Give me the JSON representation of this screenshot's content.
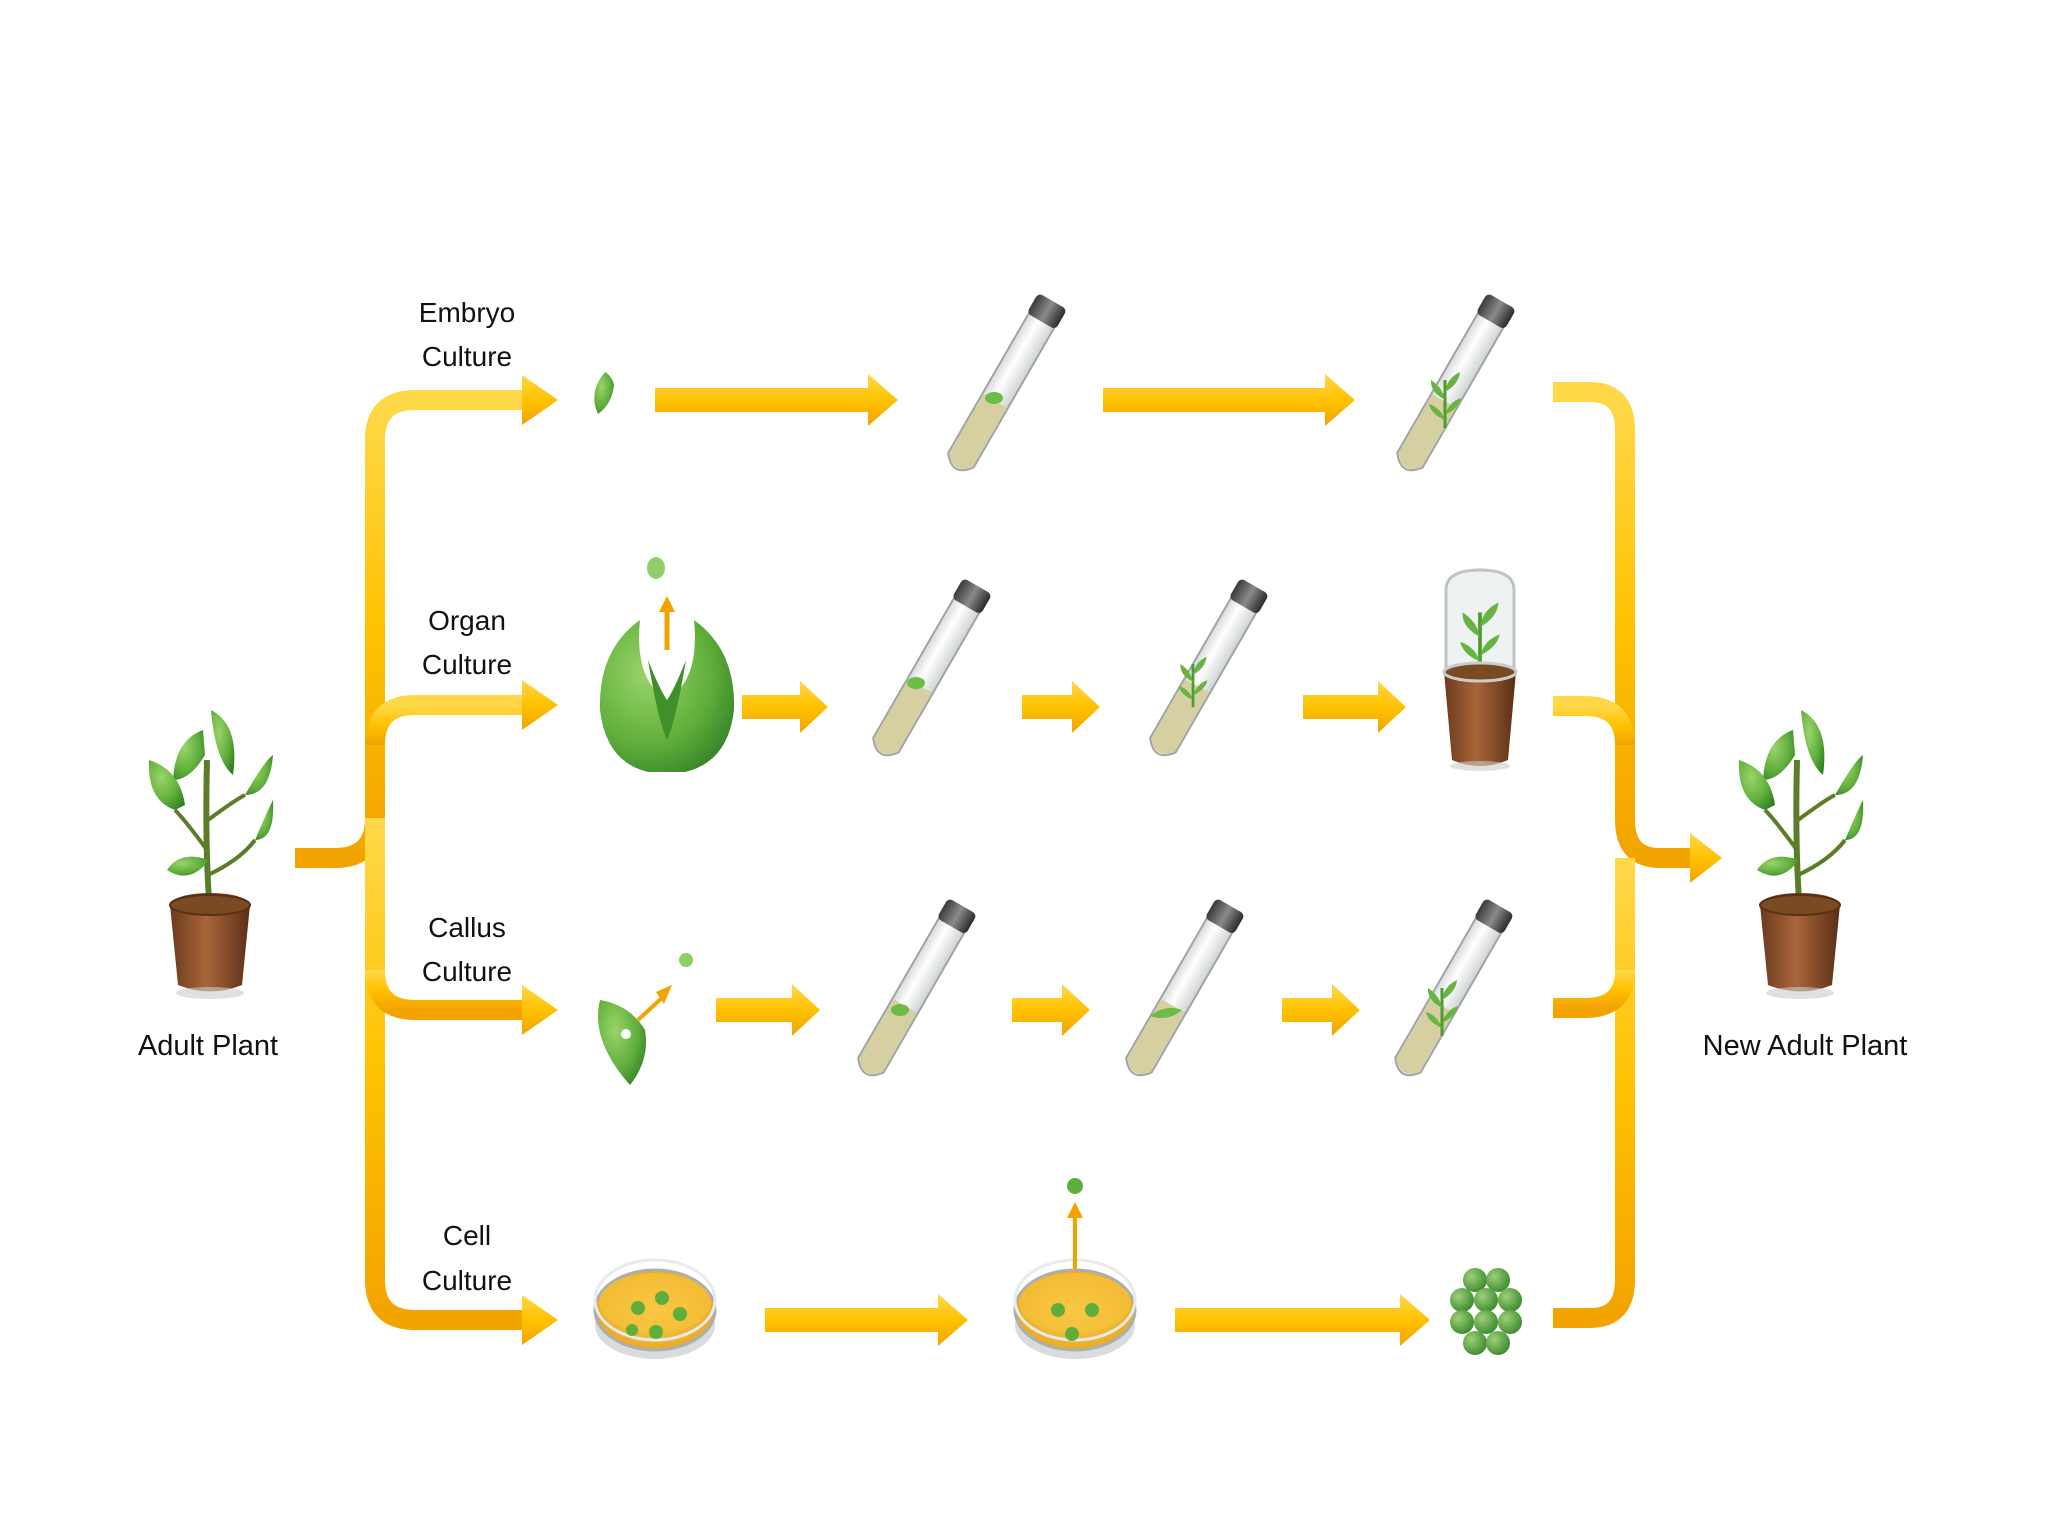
{
  "colors": {
    "arrow": "#ffc200",
    "arrow_edge": "#f2a300",
    "leaf": "#5fae3b",
    "leaf_dark": "#2f7d24",
    "pot": "#8a4f2a",
    "medium": "#d9d2a6",
    "dish_medium": "#f0b52a"
  },
  "labels": {
    "adult_plant": "Adult Plant",
    "new_adult_plant": "New Adult Plant"
  },
  "branches": [
    {
      "line1": "Embryo",
      "line2": "Culture"
    },
    {
      "line1": "Organ",
      "line2": "Culture"
    },
    {
      "line1": "Callus",
      "line2": "Culture"
    },
    {
      "line1": "Cell",
      "line2": "Culture"
    }
  ],
  "icons": {
    "adult_plant": "potted-plant",
    "embryo": "embryo-leaf",
    "organ": "flower-organ",
    "callus": "leaf-explant",
    "test_tube": "test-tube",
    "dome_pot": "covered-pot",
    "petri_dish": "petri-dish",
    "cell_cluster": "cell-cluster",
    "new_plant": "potted-plant"
  }
}
